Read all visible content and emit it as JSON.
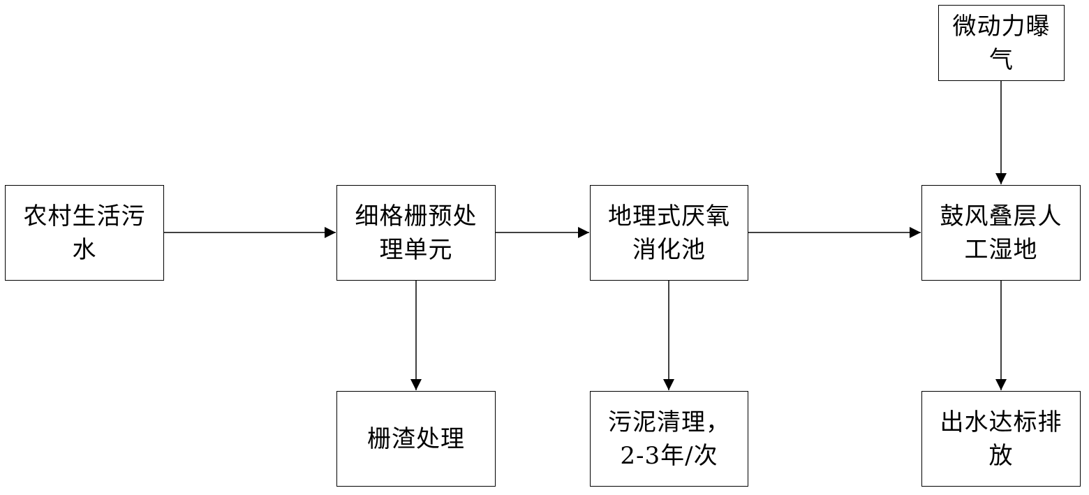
{
  "nodes": {
    "source": "农村生活污\n水",
    "screen": "细格栅预处\n理单元",
    "digester": "地理式厌氧\n消化池",
    "wetland": "鼓风叠层人\n工湿地",
    "aeration": "微动力曝\n气",
    "slag": "栅渣处理",
    "sludge": "污泥清理，\n2-3年/次",
    "discharge": "出水达标排\n放"
  },
  "edges": [
    {
      "from": "source",
      "to": "screen"
    },
    {
      "from": "screen",
      "to": "digester"
    },
    {
      "from": "digester",
      "to": "wetland"
    },
    {
      "from": "aeration",
      "to": "wetland"
    },
    {
      "from": "screen",
      "to": "slag"
    },
    {
      "from": "digester",
      "to": "sludge"
    },
    {
      "from": "wetland",
      "to": "discharge"
    }
  ],
  "colors": {
    "line": "#000000",
    "box_border": "#000000",
    "background": "#ffffff"
  }
}
